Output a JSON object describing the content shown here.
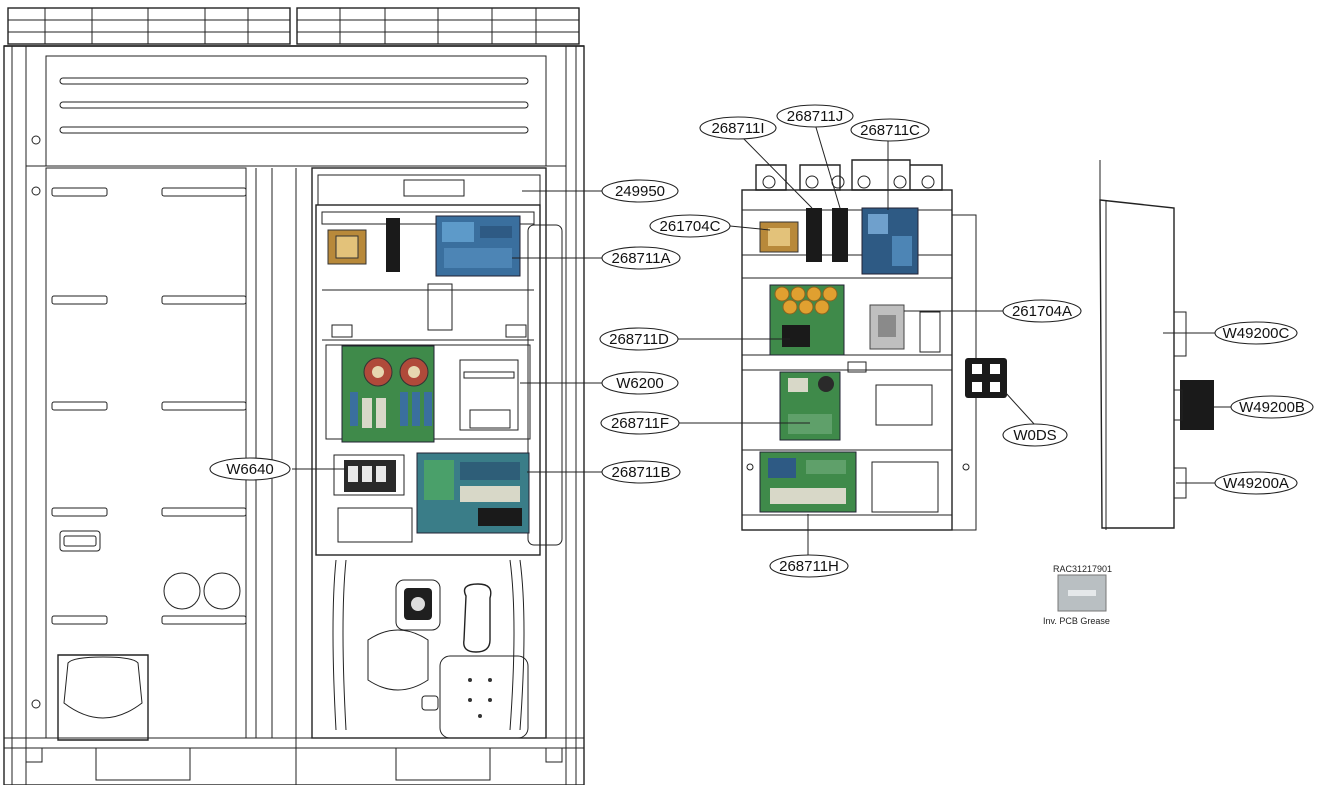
{
  "callouts": {
    "c249950": "249950",
    "c268711A": "268711A",
    "c261704C": "261704C",
    "c268711I": "268711I",
    "c268711J": "268711J",
    "c268711C": "268711C",
    "c261704A": "261704A",
    "c268711D": "268711D",
    "cW6200": "W6200",
    "c268711F": "268711F",
    "cW0DS": "W0DS",
    "cW6640": "W6640",
    "c268711B": "268711B",
    "c268711H": "268711H",
    "cW49200C": "W49200C",
    "cW49200B": "W49200B",
    "cW49200A": "W49200A"
  },
  "grease": {
    "part_no": "RAC31217901",
    "caption": "Inv. PCB Grease"
  },
  "colors": {
    "line": "#222222",
    "pcb_green": "#3f8a4a",
    "pcb_blue": "#3a6f9e",
    "transformer": "#b8893a",
    "capacitor": "#e0a030"
  }
}
